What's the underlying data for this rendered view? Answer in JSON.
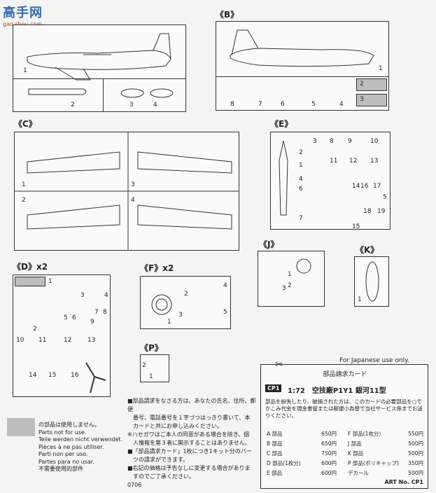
{
  "watermark": {
    "main": "高手网",
    "sub": "gao.shou.com"
  },
  "sections": {
    "B": "《B》",
    "C": "《C》",
    "E": "《E》",
    "J": "《J》",
    "K": "《K》",
    "D": "《D》x2",
    "F": "《F》x2",
    "P": "《P》"
  },
  "for_japanese": "For Japanese use only.",
  "unused": {
    "lines": [
      "の部品は使用しません。",
      "Parts not for use.",
      "Teile werden nicht verwendet.",
      "Pièces à ne pas utiliser.",
      "Parti non per uso.",
      "Partes para no usar.",
      "不需要使用的部件"
    ]
  },
  "notes": [
    "■部品請求をなさる方は、あなたの氏名、住所、郵便",
    "　番号、電話番号を１字づつはっきり書いて、本",
    "　カードと共にお申し込みください。",
    "※ハセガワはご本人の同意がある場合を除き、個",
    "　人情報を第３者に開示することはありません。",
    "■「部品請求カード」1枚につき1キット分のパー",
    "　ツの請求ができます。",
    "■右記の価格は予告なしに変更する場合がありま",
    "　すのでご了承ください。",
    "0706"
  ],
  "card": {
    "title": "部品請求カード",
    "code": "CP1",
    "heading": "1:72　空技廠P1Y1 銀河11型",
    "desc": "部品を紛失したり、破損された方は、このカードの必要部品を○でかこみ代金を現金書留または郵便小為替で当社サービス係までお送りください。",
    "prices_left": [
      {
        "name": "A 部品",
        "price": "650円"
      },
      {
        "name": "B 部品",
        "price": "650円"
      },
      {
        "name": "C 部品",
        "price": "750円"
      },
      {
        "name": "D 部品(1枚分)",
        "price": "600円"
      },
      {
        "name": "E 部品",
        "price": "600円"
      }
    ],
    "prices_right": [
      {
        "name": "F 部品(1枚分)",
        "price": "550円"
      },
      {
        "name": "J 部品",
        "price": "500円"
      },
      {
        "name": "K 部品",
        "price": "500円"
      },
      {
        "name": "P 部品(ポリキャップ)",
        "price": "350円"
      },
      {
        "name": "デカール",
        "price": "500円"
      }
    ],
    "art_no": "ART No. CP1"
  },
  "part_numbers": {
    "A": [
      "1",
      "2",
      "3",
      "4"
    ],
    "B": [
      "1",
      "8",
      "7",
      "6",
      "5",
      "4",
      "2",
      "3"
    ],
    "C": [
      "1",
      "2",
      "3",
      "4"
    ],
    "E": [
      "2",
      "1",
      "3",
      "4",
      "6",
      "7",
      "8",
      "9",
      "10",
      "11",
      "12",
      "13",
      "14",
      "15",
      "16",
      "17",
      "18",
      "19",
      "5"
    ],
    "J": [
      "1",
      "2",
      "3"
    ],
    "K": [
      "1"
    ],
    "D": [
      "1",
      "2",
      "3",
      "4",
      "5",
      "6",
      "7",
      "8",
      "9",
      "10",
      "11",
      "12",
      "13",
      "14",
      "15",
      "16"
    ],
    "F": [
      "1",
      "2",
      "3",
      "4",
      "5"
    ],
    "P": [
      "2",
      "1"
    ]
  }
}
